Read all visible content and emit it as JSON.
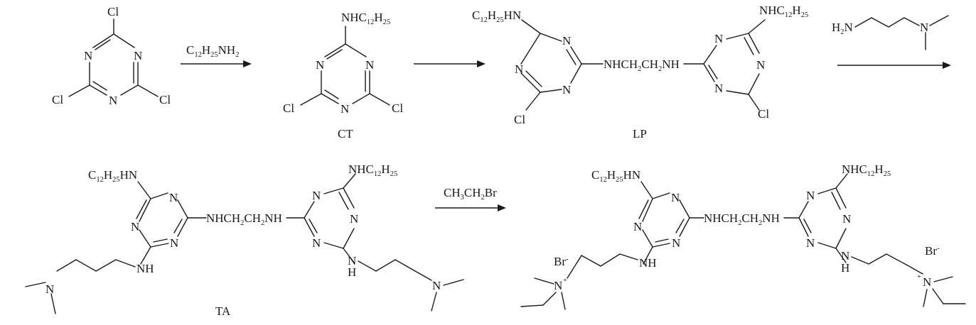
{
  "reagents": {
    "step1": {
      "base": "C",
      "s1": "12",
      "mid": "H",
      "s2": "25",
      "end": "NH",
      "s3": "2"
    },
    "step3_h2n": {
      "h": "H",
      "s": "2",
      "n": "N"
    },
    "step3_n": "N",
    "step4": {
      "a": "CH",
      "s1": "3",
      "b": "CH",
      "s2": "2",
      "c": "Br"
    }
  },
  "compounds": {
    "cyanuric_chloride": {
      "cl": "Cl",
      "n": "N"
    },
    "ct": {
      "label": "CT",
      "nh": "NHC",
      "s1": "12",
      "h": "H",
      "s2": "25",
      "cl": "Cl",
      "n": "N"
    },
    "lp": {
      "label": "LP"
    },
    "ta": {
      "label": "TA"
    }
  },
  "fragments": {
    "alkylamino_left": {
      "c": "C",
      "s1": "12",
      "h": "H",
      "s2": "25",
      "end": "HN"
    },
    "alkylamino_right": {
      "nh": "NHC",
      "s1": "12",
      "h": "H",
      "s2": "25"
    },
    "linker": {
      "a": "NHCH",
      "s1": "2",
      "b": "CH",
      "s2": "2",
      "c": "NH"
    },
    "nh": "NH",
    "h": "H",
    "n": "N",
    "cl": "Cl",
    "br": "Br",
    "minus": "-",
    "plus": "+"
  }
}
